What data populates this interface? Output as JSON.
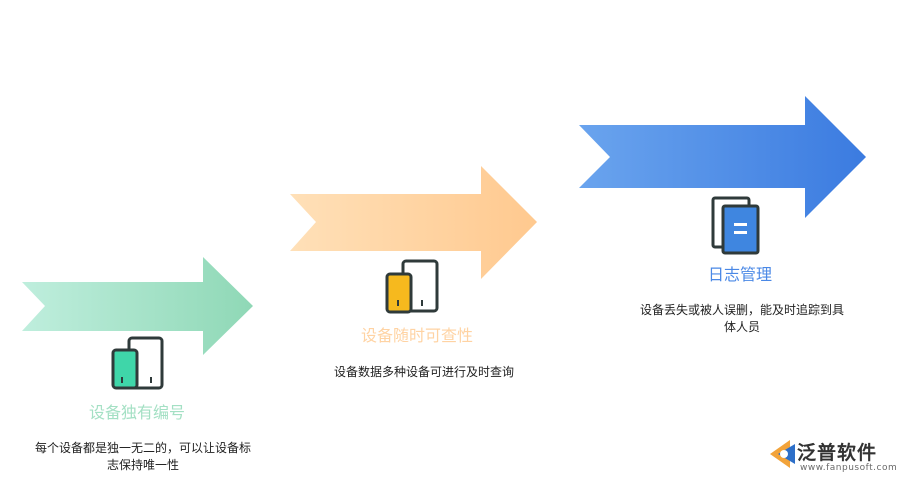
{
  "steps": [
    {
      "title": "设备独有编号",
      "description_line1": "每个设备都是独一无二的，可以让设备标",
      "description_line2": "志保持唯一性",
      "arrow_color": "#a4e0c4",
      "icon": "two-devices-green-icon",
      "accent": "#3fd6a9"
    },
    {
      "title": "设备随时可查性",
      "description_line1": "设备数据多种设备可进行及时查询",
      "arrow_color": "#ffd3a3",
      "icon": "two-devices-orange-icon",
      "accent": "#f6b91e"
    },
    {
      "title": "日志管理",
      "description_line1": "设备丢失或被人误删，能及时追踪到具",
      "description_line2": "体人员",
      "arrow_color": "#4a88e6",
      "icon": "document-stack-icon",
      "accent": "#3f86e0"
    }
  ],
  "brand": {
    "name": "泛普软件",
    "url": "www.fanpusoft.com"
  }
}
